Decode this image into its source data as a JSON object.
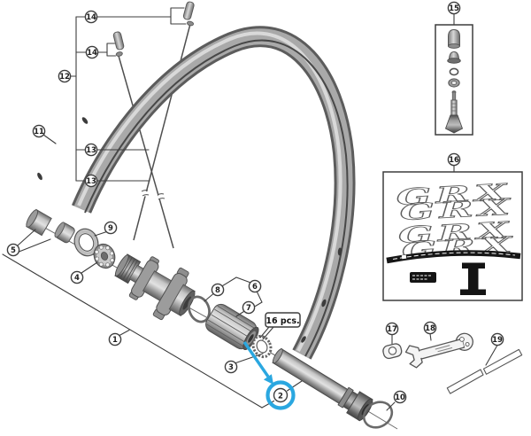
{
  "diagram_kind": "exploded-parts-diagram",
  "callouts": {
    "c1": "1",
    "c2": "2",
    "c3": "3",
    "c4": "4",
    "c5": "5",
    "c6": "6",
    "c7": "7",
    "c8": "8",
    "c9": "9",
    "c10": "10",
    "c11": "11",
    "c12": "12",
    "c13a": "13",
    "c13b": "13",
    "c14a": "14",
    "c14b": "14",
    "c15": "15",
    "c16": "16",
    "c17": "17",
    "c18": "18",
    "c19": "19"
  },
  "labels": {
    "quantity_note": "16 pcs.",
    "decal_logo": "GRX"
  },
  "colors": {
    "highlight": "#2aa7e0",
    "outline": "#3d3d3d",
    "background": "#ffffff"
  }
}
